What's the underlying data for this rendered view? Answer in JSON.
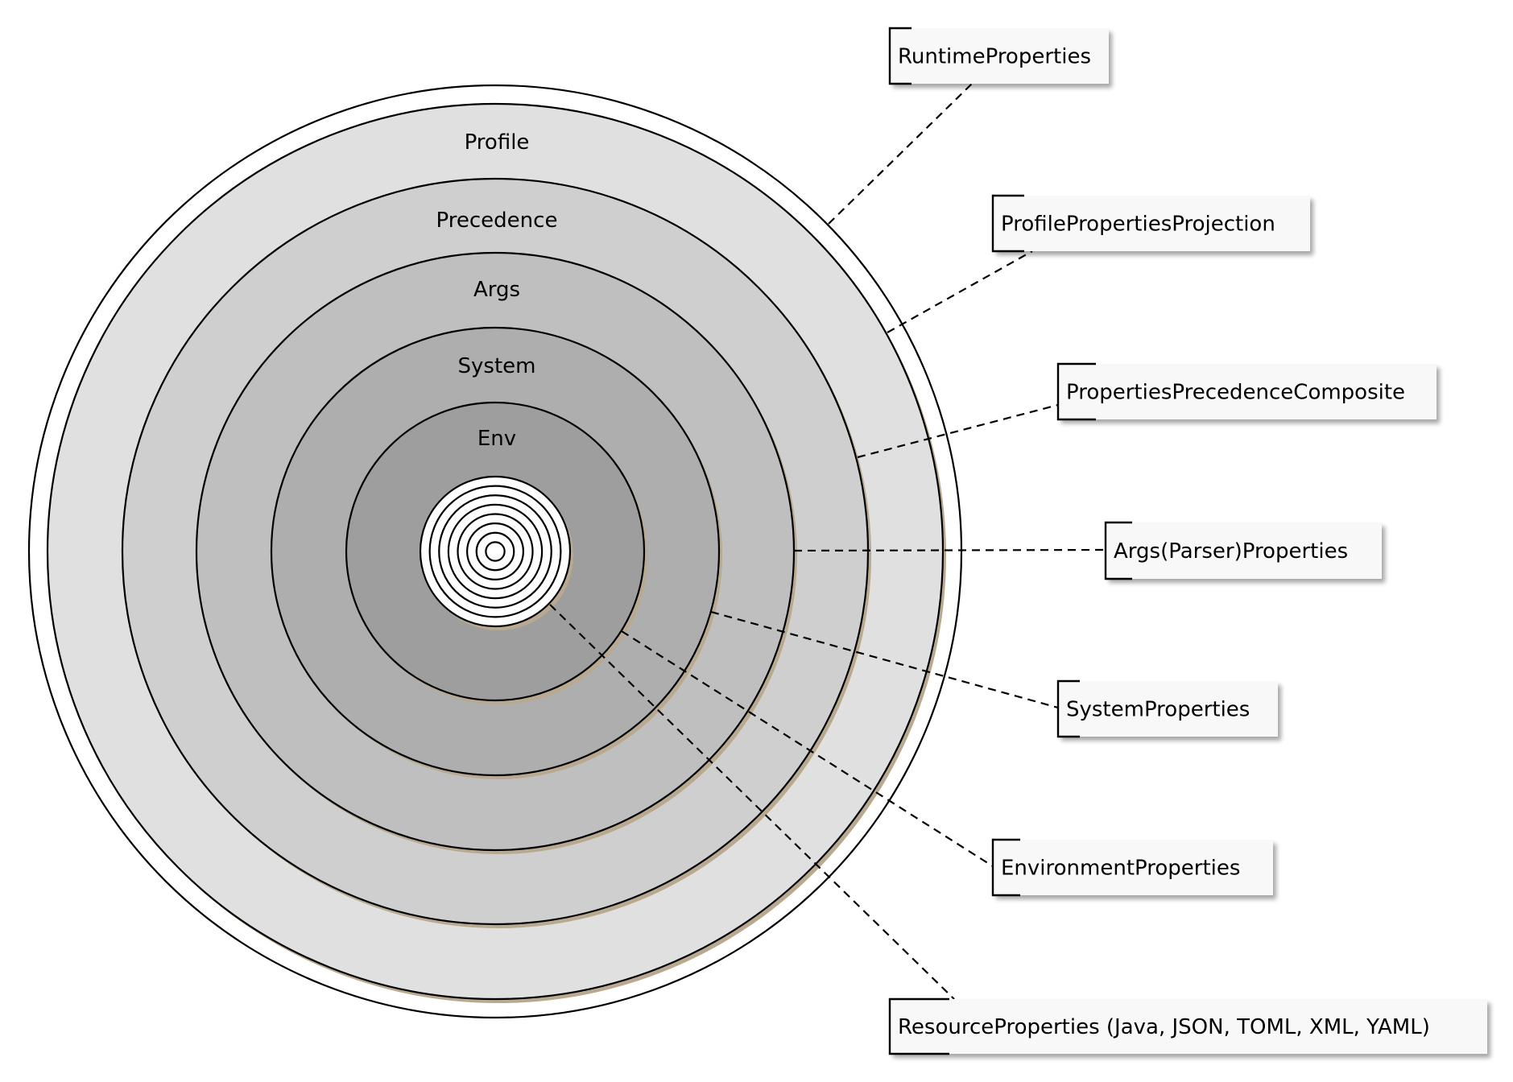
{
  "diagram": {
    "title": "Properties layering",
    "rings": [
      {
        "id": "outer",
        "label": ""
      },
      {
        "id": "profile",
        "label": "Profile"
      },
      {
        "id": "precedence",
        "label": "Precedence"
      },
      {
        "id": "args",
        "label": "Args"
      },
      {
        "id": "system",
        "label": "System"
      },
      {
        "id": "env",
        "label": "Env"
      },
      {
        "id": "resource",
        "label": ""
      }
    ],
    "colors": {
      "outer": "#ffffff",
      "profile": "#e0e0e0",
      "precedence": "#cfcfcf",
      "args": "#bfbfbf",
      "system": "#aeaeae",
      "env": "#9e9e9e",
      "resource": "#ffffff",
      "ring_shadow": "#b8a990",
      "box_fill": "#f8f8f8",
      "stroke": "#000000"
    },
    "resource_inner_rings": 8,
    "callouts": [
      {
        "id": "runtime",
        "label": "RuntimeProperties",
        "target": "outer"
      },
      {
        "id": "profile-projection",
        "label": "ProfilePropertiesProjection",
        "target": "profile"
      },
      {
        "id": "precedence-composite",
        "label": "PropertiesPrecedenceComposite",
        "target": "precedence"
      },
      {
        "id": "args-properties",
        "label": "Args(Parser)Properties",
        "target": "args"
      },
      {
        "id": "system-properties",
        "label": "SystemProperties",
        "target": "system"
      },
      {
        "id": "environment-properties",
        "label": "EnvironmentProperties",
        "target": "env"
      },
      {
        "id": "resource-properties",
        "label": "ResourceProperties (Java, JSON, TOML, XML, YAML)",
        "target": "resource"
      }
    ]
  }
}
